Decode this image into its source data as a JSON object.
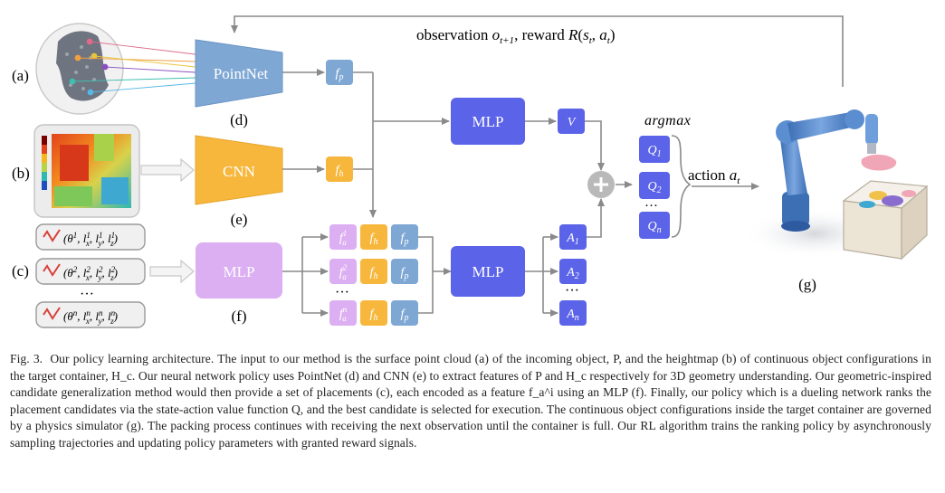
{
  "figure": {
    "feedback_label": "observation o_{t+1}, reward R(s_t, a_t)",
    "panel_labels": {
      "a": "(a)",
      "b": "(b)",
      "c": "(c)",
      "d": "(d)",
      "e": "(e)",
      "f": "(f)",
      "g": "(g)"
    },
    "blocks": {
      "pointnet": "PointNet",
      "cnn": "CNN",
      "mlp_f": "MLP",
      "mlp_value": "MLP",
      "mlp_adv": "MLP"
    },
    "features": {
      "fp": "f_p",
      "fh": "f_h",
      "fa1": "f_a^1",
      "fa2": "f_a^2",
      "fan": "f_a^n",
      "value": "V",
      "a1": "A_1",
      "a2": "A_2",
      "an": "A_n",
      "q1": "Q_1",
      "q2": "Q_2",
      "qn": "Q_n"
    },
    "argmax_label": "argmax",
    "action_label": "action a_t",
    "candidates": [
      "(θ^1, l_x^1, l_y^1, l_z^1)",
      "(θ^2, l_x^2, l_y^2, l_z^2)",
      "(θ^n, l_x^n, l_y^n, l_z^n)"
    ],
    "ellipsis": "···"
  },
  "caption": {
    "title": "Fig. 3.",
    "text": "Our policy learning architecture. The input to our method is the surface point cloud (a) of the incoming object, P, and the heightmap (b) of continuous object configurations in the target container, H_c. Our neural network policy uses PointNet (d) and CNN (e) to extract features of P and H_c respectively for 3D geometry understanding. Our geometric-inspired candidate generalization method would then provide a set of placements (c), each encoded as a feature f_a^i using an MLP (f). Finally, our policy which is a dueling network ranks the placement candidates via the state-action value function Q, and the best candidate is selected for execution. The continuous object configurations inside the target container are governed by a physics simulator (g). The packing process continues with receiving the next observation until the container is full. Our RL algorithm trains the ranking policy by asynchronously sampling trajectories and updating policy parameters with granted reward signals."
  }
}
